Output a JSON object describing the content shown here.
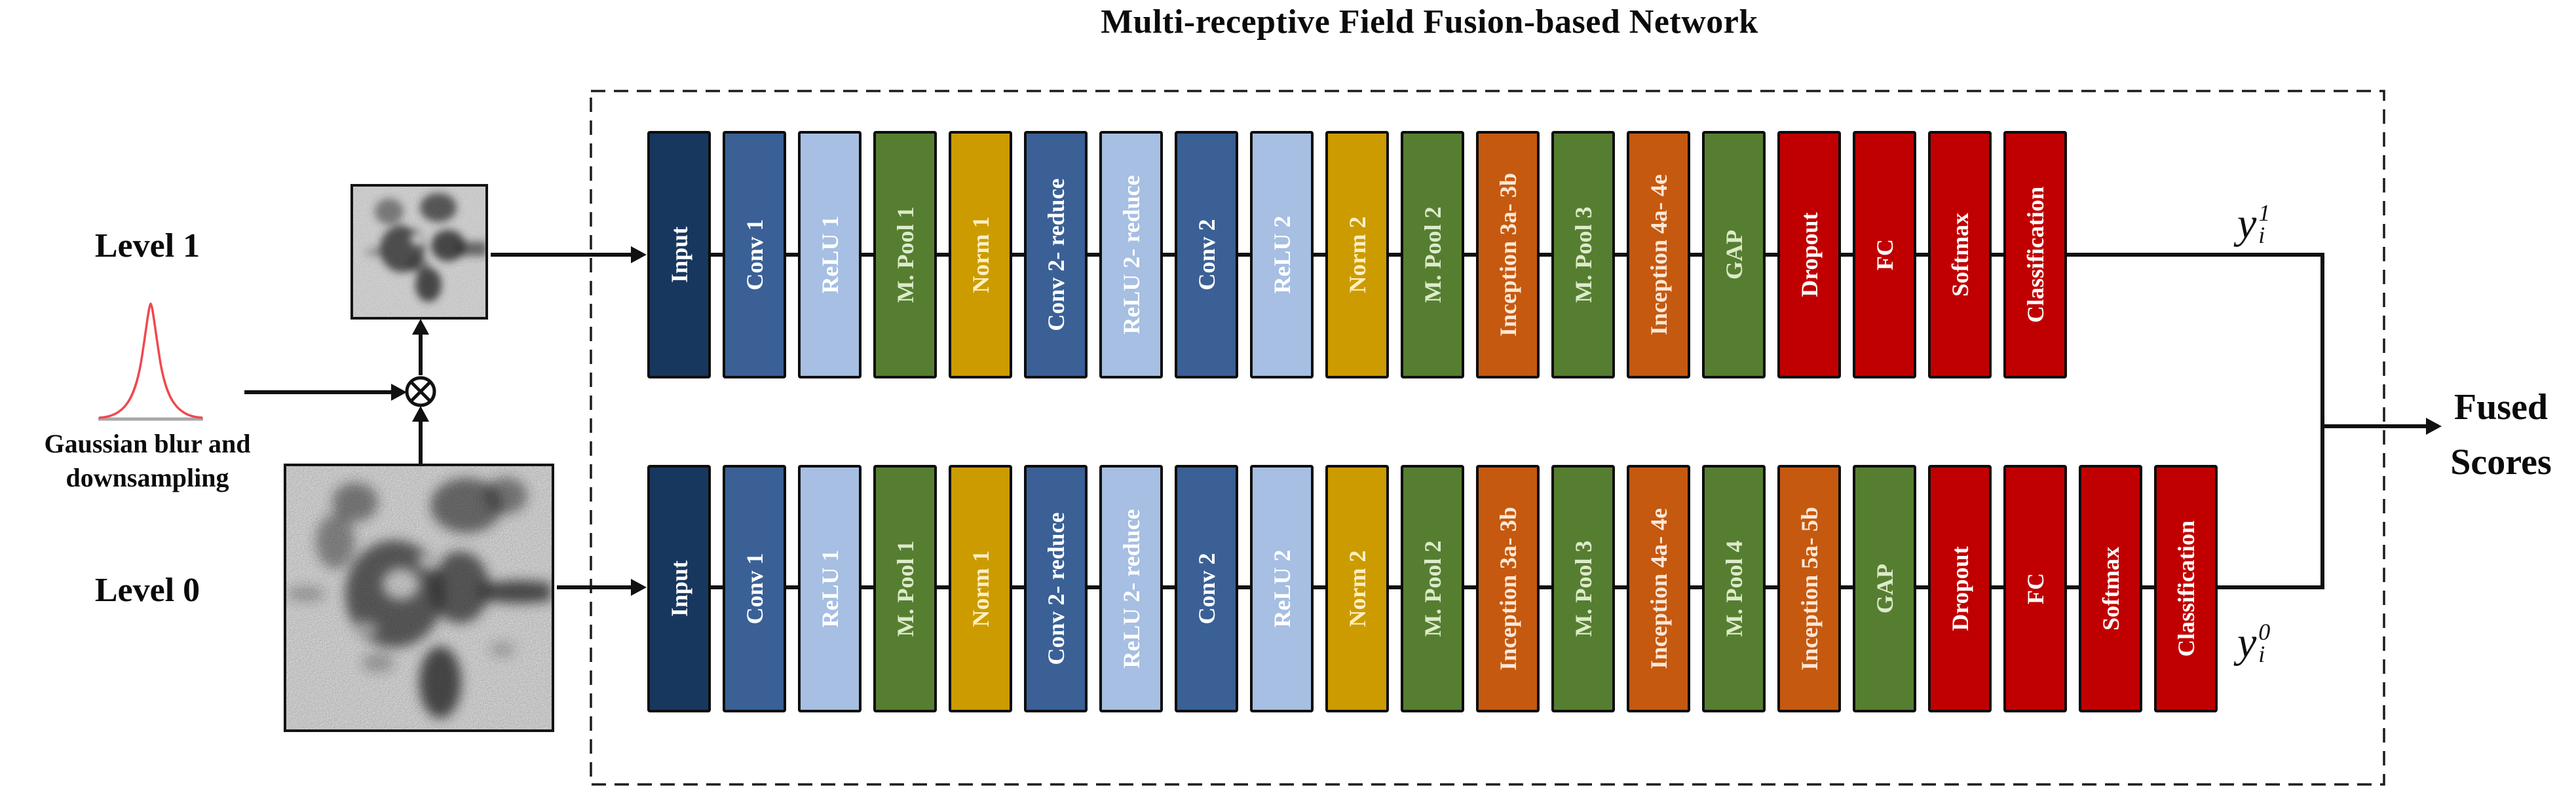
{
  "title": "Multi-receptive Field Fusion-based Network",
  "pyramid": {
    "level1_label": "Level 1",
    "level0_label": "Level 0",
    "caption_line1": "Gaussian blur and",
    "caption_line2": "downsampling"
  },
  "outputs": {
    "top_score": {
      "base": "y",
      "sub": "i",
      "sup": "1"
    },
    "bottom_score": {
      "base": "y",
      "sub": "i",
      "sup": "0"
    },
    "fused_line1": "Fused",
    "fused_line2": "Scores"
  },
  "palette": {
    "navy": {
      "bg": "#17375E",
      "fg": "#FFFFFF"
    },
    "blue": {
      "bg": "#3A6096",
      "fg": "#FFFFFF"
    },
    "lightblue": {
      "bg": "#A6BFE2",
      "fg": "#FFFFFF"
    },
    "green": {
      "bg": "#567E31",
      "fg": "#DCEBC9"
    },
    "gold": {
      "bg": "#CC9B00",
      "fg": "#FDEFC3"
    },
    "orange": {
      "bg": "#C5590F",
      "fg": "#FBE8D8"
    },
    "red": {
      "bg": "#C00000",
      "fg": "#FFFFFF"
    }
  },
  "branches": {
    "top": {
      "blocks": [
        {
          "label": "Input",
          "type": "navy"
        },
        {
          "label": "Conv 1",
          "type": "blue"
        },
        {
          "label": "ReLU 1",
          "type": "lightblue"
        },
        {
          "label": "M. Pool 1",
          "type": "green"
        },
        {
          "label": "Norm 1",
          "type": "gold"
        },
        {
          "label": "Conv 2- reduce",
          "type": "blue"
        },
        {
          "label": "ReLU 2- reduce",
          "type": "lightblue"
        },
        {
          "label": "Conv 2",
          "type": "blue"
        },
        {
          "label": "ReLU 2",
          "type": "lightblue"
        },
        {
          "label": "Norm 2",
          "type": "gold"
        },
        {
          "label": "M. Pool 2",
          "type": "green"
        },
        {
          "label": "Inception 3a- 3b",
          "type": "orange"
        },
        {
          "label": "M. Pool 3",
          "type": "green"
        },
        {
          "label": "Inception 4a- 4e",
          "type": "orange"
        },
        {
          "label": "GAP",
          "type": "green"
        },
        {
          "label": "Dropout",
          "type": "red"
        },
        {
          "label": "FC",
          "type": "red"
        },
        {
          "label": "Softmax",
          "type": "red"
        },
        {
          "label": "Classification",
          "type": "red"
        }
      ]
    },
    "bottom": {
      "blocks": [
        {
          "label": "Input",
          "type": "navy"
        },
        {
          "label": "Conv 1",
          "type": "blue"
        },
        {
          "label": "ReLU 1",
          "type": "lightblue"
        },
        {
          "label": "M. Pool 1",
          "type": "green"
        },
        {
          "label": "Norm 1",
          "type": "gold"
        },
        {
          "label": "Conv 2- reduce",
          "type": "blue"
        },
        {
          "label": "ReLU 2- reduce",
          "type": "lightblue"
        },
        {
          "label": "Conv 2",
          "type": "blue"
        },
        {
          "label": "ReLU 2",
          "type": "lightblue"
        },
        {
          "label": "Norm 2",
          "type": "gold"
        },
        {
          "label": "M. Pool 2",
          "type": "green"
        },
        {
          "label": "Inception 3a- 3b",
          "type": "orange"
        },
        {
          "label": "M. Pool 3",
          "type": "green"
        },
        {
          "label": "Inception 4a- 4e",
          "type": "orange"
        },
        {
          "label": "M. Pool 4",
          "type": "green"
        },
        {
          "label": "Inception 5a- 5b",
          "type": "orange"
        },
        {
          "label": "GAP",
          "type": "green"
        },
        {
          "label": "Dropout",
          "type": "red"
        },
        {
          "label": "FC",
          "type": "red"
        },
        {
          "label": "Softmax",
          "type": "red"
        },
        {
          "label": "Classification",
          "type": "red"
        }
      ]
    }
  }
}
